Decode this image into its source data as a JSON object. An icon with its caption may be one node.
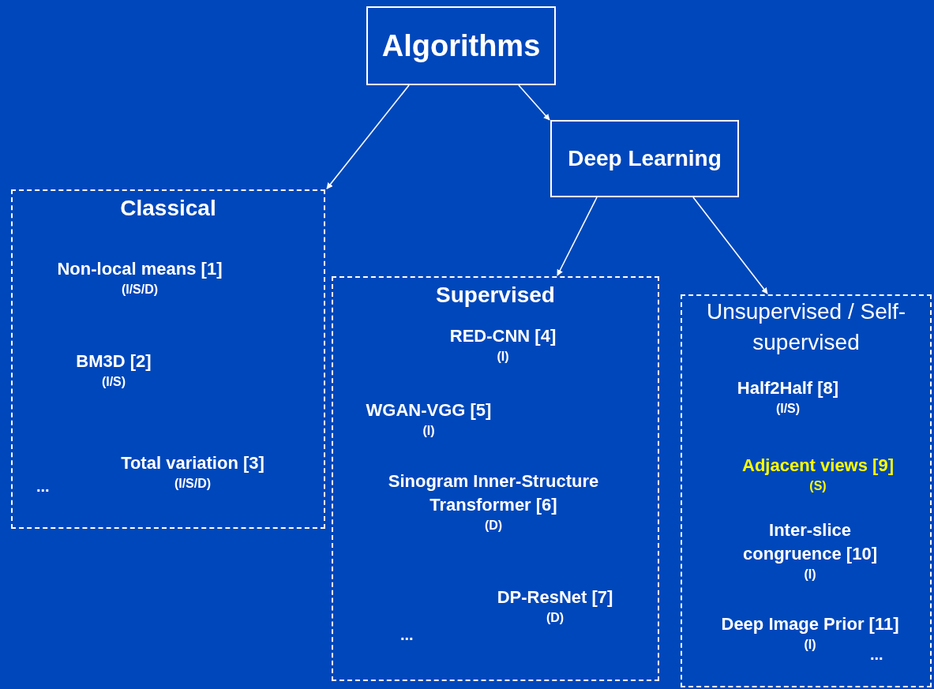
{
  "diagram": {
    "nodes": [
      {
        "text": [
          "Algorithms"
        ]
      },
      {
        "text": [
          "Deep Learning"
        ]
      },
      {
        "text": [
          "Classical",
          "..."
        ]
      },
      {
        "text": [
          "Non-local means [1]",
          "(I/S/D)"
        ],
        "in": 2
      },
      {
        "text": [
          "BM3D [2]",
          "(I/S)"
        ],
        "in": 2
      },
      {
        "text": [
          "Total variation [3]",
          "(I/S/D)"
        ],
        "in": 2
      },
      {
        "text": [
          "Supervised",
          "..."
        ]
      },
      {
        "text": [
          "RED-CNN [4]",
          "(I)"
        ],
        "in": 6
      },
      {
        "text": [
          "WGAN-VGG [5]",
          "(I)"
        ],
        "in": 6
      },
      {
        "text": [
          "Sinogram Inner-Structure Transformer [6]",
          "(D)"
        ],
        "in": 6
      },
      {
        "text": [
          "DP-ResNet [7]",
          "(D)"
        ],
        "in": 6
      },
      {
        "text": [
          "Unsupervised / Self-supervised",
          "..."
        ]
      },
      {
        "text": [
          "Half2Half [8]",
          "(I/S)"
        ],
        "in": 11
      },
      {
        "text": [
          "Adjacent views [9]",
          "(S)"
        ],
        "in": 11
      },
      {
        "text": [
          "Inter-slice congruence [10]",
          "(I)"
        ],
        "in": 11
      },
      {
        "text": [
          "Deep Image Prior [11]",
          "(I)"
        ],
        "in": 11
      }
    ],
    "edges": [
      {
        "from": 0,
        "to": 2,
        "arrow": "to"
      },
      {
        "from": 0,
        "to": 1,
        "arrow": "to"
      },
      {
        "from": 1,
        "to": 6,
        "arrow": "to"
      },
      {
        "from": 1,
        "to": 11,
        "arrow": "to"
      }
    ]
  }
}
